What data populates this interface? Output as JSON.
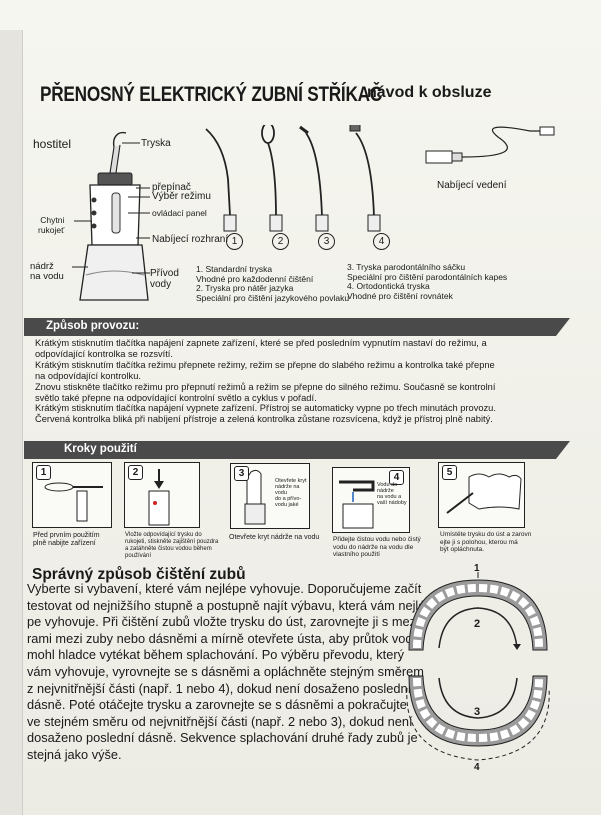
{
  "title": {
    "main": "PŘENOSNÝ ELEKTRICKÝ ZUBNÍ STŘÍKAČ",
    "sub": "návod k obsluze"
  },
  "diagram": {
    "hostitel": "hostitel",
    "tryska": "Tryska",
    "prepinac": [
      "přepínač",
      "Výběr režimu"
    ],
    "ovladaci_panel": "ovládací panel",
    "chytni_rukojet": [
      "Chytni",
      "rukojeť"
    ],
    "nabijeci_rozhrani": "Nabíjecí rozhraní",
    "nadrz": [
      "nádrž",
      "na vodu"
    ],
    "privod_vody": [
      "Přívod",
      "vody"
    ],
    "nabijeci_vedeni": "Nabíjecí vedení",
    "tip_numbers": [
      "1",
      "2",
      "3",
      "4"
    ],
    "tips_left": [
      "1. Standardní tryska",
      "Vhodné pro každodenní čištění",
      "2. Tryska pro nátěr jazyka",
      "Speciální pro čištění jazykového povlaku"
    ],
    "tips_right": [
      "3. Tryska parodontálního sáčku",
      "Speciální pro čištění parodontálních kapes",
      "4. Ortodontická tryska",
      "Vhodné pro čištění rovnátek"
    ]
  },
  "section1": {
    "heading": "Způsob provozu:",
    "lines": [
      "Krátkým stisknutím tlačítka napájení zapnete zařízení, které se před posledním vypnutím nastaví do režimu, a",
      "odpovídající kontrolka se rozsvítí.",
      "Krátkým stisknutím tlačítka režimu přepnete režimy, režim se přepne do slabého režimu a kontrolka také přepne",
      "na odpovídající kontrolku.",
      "Znovu stiskněte tlačítko režimu pro přepnutí režimů a režim se přepne do silného režimu. Současně se kontrolní",
      "světlo také přepne na odpovídající kontrolní světlo a cyklus v pořadí.",
      "Krátkým stisknutím tlačítka napájení vypnete zařízení. Přístroj se automaticky vypne po třech minutách provozu.",
      "Červená kontrolka bliká při nabíjení přístroje a zelená kontrolka zůstane rozsvícena, když je přístroj plně nabitý."
    ]
  },
  "section2": {
    "heading": "Kroky použití",
    "steps": [
      {
        "num": "1",
        "caption": [
          "Před prvním použitím",
          "plně nabijte zařízení"
        ]
      },
      {
        "num": "2",
        "caption": [
          "Vložte odpovídající trysku do",
          "rukojeti, stiskněte zajištění pouzdra",
          "a zatáhněte čistou vodou během",
          "používání"
        ]
      },
      {
        "num": "3",
        "caption": [
          "Otevřete kryt nádrže na vodu"
        ],
        "note": [
          "Otevřete kryt",
          "nádrže na vodu",
          "do a přívo-",
          "vodu jaké"
        ]
      },
      {
        "num": "4",
        "caption": [
          "Přidejte čistou vodu nebo čistý",
          "vodu do nádrže na vodu dle",
          "vlastního použití"
        ],
        "note": [
          "Vodu do nádrže",
          "na vodu a",
          "vaší nádoby"
        ]
      },
      {
        "num": "5",
        "caption": [
          "Umístěte trysku do úst a zarovn",
          "ejte ji s polohou, kterou má",
          "být opláchnuta."
        ]
      }
    ]
  },
  "section3": {
    "heading": "Správný způsob čištění zubů",
    "lines": [
      "Vyberte si vybavení, které vám nejlépe vyhovuje. Doporučujeme začít",
      "testovat od nejnižšího stupně a postupně najít výbavu, která vám nejlé",
      "pe vyhovuje. Při čištění zubů vložte trysku do úst, zarovnejte ji s meze",
      "rami mezi zuby nebo dásněmi a mírně otevřete ústa, aby průtok vody",
      "mohl hladce vytékat během splachování. Po výběru převodu, který",
      "vám vyhovuje, vyrovnejte se s dásněmi a opláchněte stejným směrem",
      "z nejvnitřnější části (např. 1 nebo 4), dokud není dosaženo poslední",
      "dásně. Poté otáčejte trysku a zarovnejte se s dásněmi a pokračujte",
      "ve stejném směru od nejvnitřnější části (např. 2 nebo 3), dokud není",
      "dosaženo poslední dásně. Sekvence splachování druhé řady zubů je",
      "stejná jako výše."
    ],
    "arch_labels": {
      "top": "1",
      "upper_inner": "2",
      "lower_inner": "3",
      "bottom": "4"
    }
  },
  "colors": {
    "bar": "#4a4a4a",
    "ink": "#1a1a1a",
    "paper": "#f3f2ec",
    "gum": "#9b9b9b"
  }
}
